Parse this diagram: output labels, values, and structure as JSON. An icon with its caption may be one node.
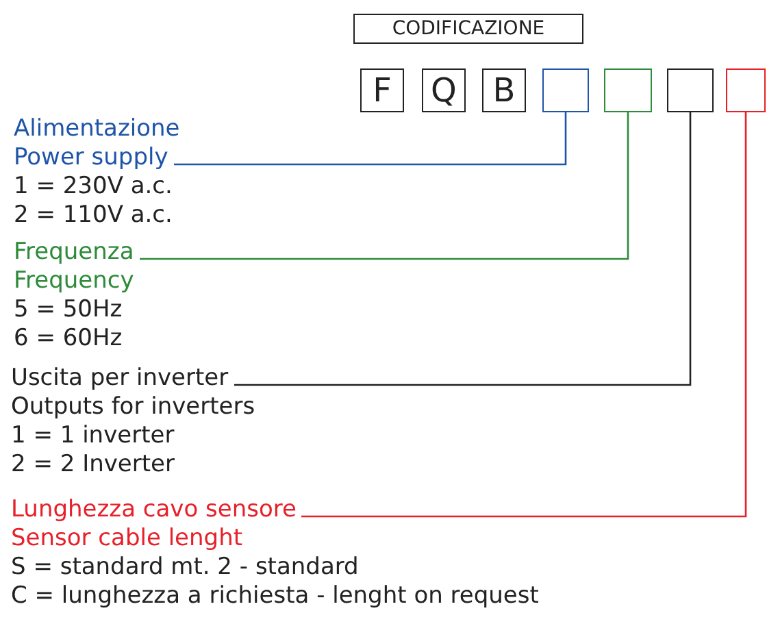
{
  "diagram": {
    "nodes": [
      {
        "text": [
          "CODIFICAZIONE"
        ]
      },
      {
        "text": [
          "F"
        ]
      },
      {
        "text": [
          "Q"
        ]
      },
      {
        "text": [
          "B"
        ]
      },
      {
        "text": [],
        "shape": "box"
      },
      {
        "text": [],
        "shape": "box"
      },
      {
        "text": [],
        "shape": "box"
      },
      {
        "text": [],
        "shape": "box"
      },
      {
        "text": [
          "Alimentazione",
          "Power supply",
          "1 = 230V a.c.",
          "2 = 110V a.c."
        ]
      },
      {
        "text": [
          "Frequenza",
          "Frequency",
          "5 = 50Hz",
          "6 = 60Hz"
        ]
      },
      {
        "text": [
          "Uscita per inverter",
          "Outputs for inverters",
          "1 = 1 inverter",
          "2 = 2 Inverter"
        ]
      },
      {
        "text": [
          "Lunghezza cavo sensore",
          "Sensor cable lenght",
          "S = standard mt. 2 - standard",
          "C = lunghezza a richiesta - lenght on request"
        ]
      }
    ],
    "edges": [
      {
        "from": 8,
        "to": 4,
        "arrow": "none",
        "color": "#1f55a8"
      },
      {
        "from": 9,
        "to": 5,
        "arrow": "none",
        "color": "#2e8b3a"
      },
      {
        "from": 10,
        "to": 6,
        "arrow": "none",
        "color": "#222222"
      },
      {
        "from": 11,
        "to": 7,
        "arrow": "none",
        "color": "#e8202a"
      }
    ]
  }
}
